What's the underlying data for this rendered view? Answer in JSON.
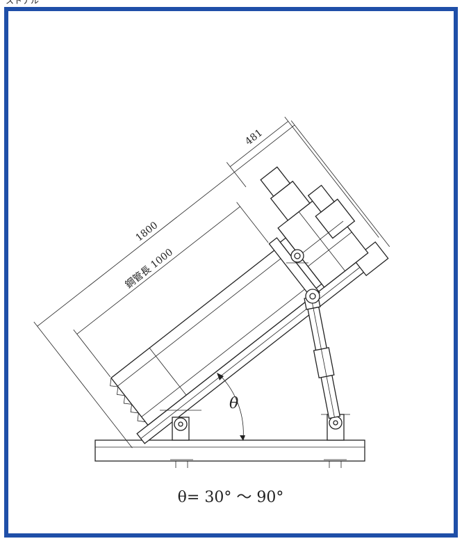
{
  "header_fragment": "ストナル",
  "labels": {
    "dim_total_length": "1800",
    "dim_pipe_length": "鋼管長 1000",
    "dim_head_width": "481",
    "angle_symbol": "θ",
    "angle_range": "θ= 30°  ～  90°"
  },
  "colors": {
    "frame": "#1f4fa8",
    "line": "#222222"
  },
  "icons": {
    "pivot": "pivot-hinge-icon",
    "jack": "telescopic-jack-icon"
  }
}
